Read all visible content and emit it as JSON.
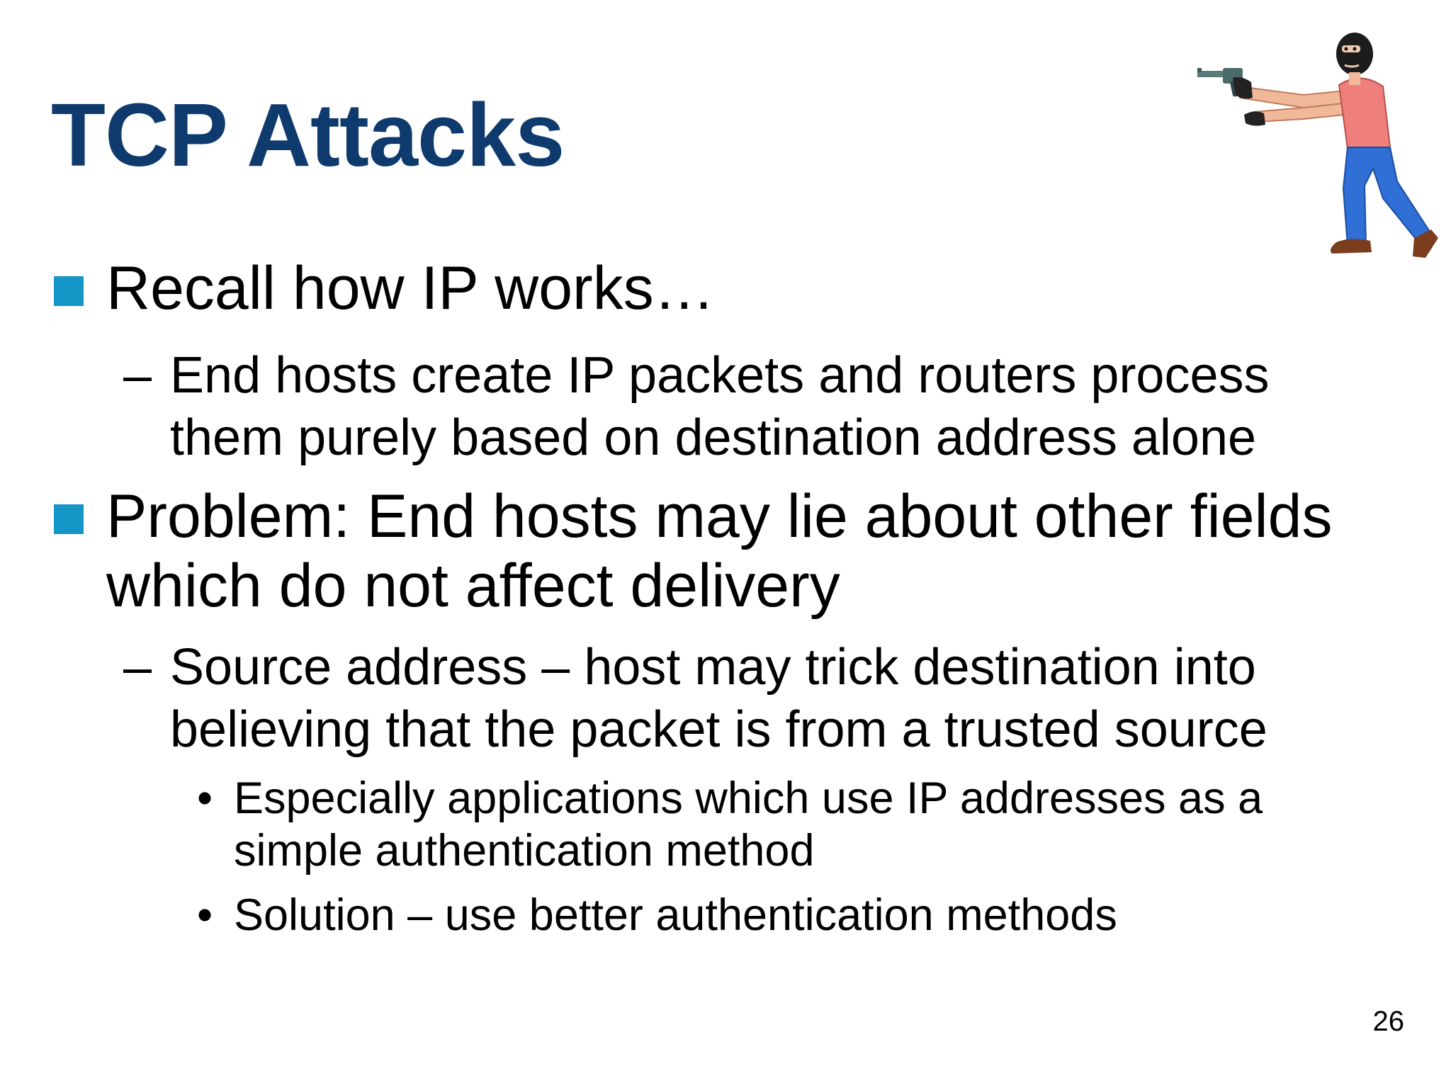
{
  "colors": {
    "title": "#0e3a6e",
    "bullet_marker": "#1695c7",
    "text": "#000000"
  },
  "slide": {
    "title": "TCP Attacks",
    "page_number": "26",
    "illustration": "masked-gunman-clipart",
    "bullets": [
      {
        "text": "Recall how IP works…",
        "subitems": [
          {
            "mark": "–",
            "lines": [
              "End hosts create IP packets and routers process",
              "them purely based on destination address alone"
            ]
          }
        ]
      },
      {
        "lines": [
          "Problem: End hosts may lie about other fields",
          "which do not affect delivery"
        ],
        "subitems": [
          {
            "mark": "–",
            "lines": [
              "Source address – host may trick destination into",
              "believing that the packet is from a trusted source"
            ],
            "subitems": [
              {
                "mark": "•",
                "lines": [
                  "Especially applications which use IP addresses as a",
                  "simple authentication method"
                ]
              },
              {
                "mark": "•",
                "lines": [
                  "Solution – use better authentication methods"
                ]
              }
            ]
          }
        ]
      }
    ]
  }
}
